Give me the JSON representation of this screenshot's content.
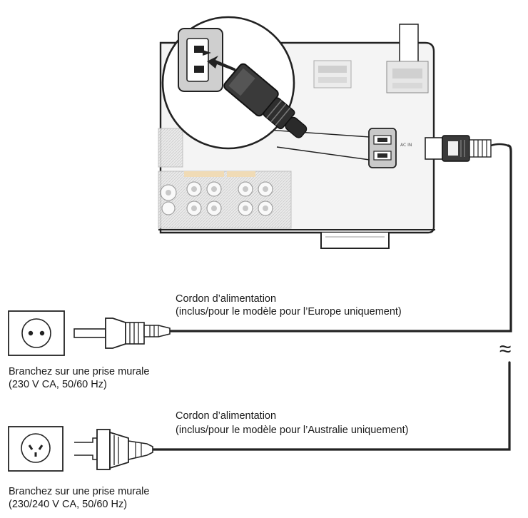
{
  "cord_eu": {
    "title": "Cordon d’alimentation",
    "note": "(inclus/pour le modèle pour l’Europe uniquement)"
  },
  "outlet_eu": {
    "line1": "Branchez sur une prise murale",
    "line2": "(230 V CA, 50/60 Hz)"
  },
  "cord_au": {
    "title": "Cordon d’alimentation",
    "note": "(inclus/pour le modèle pour l’Australie uniquement)"
  },
  "outlet_au": {
    "line1": "Branchez sur une prise murale",
    "line2": "(230/240 V CA, 50/60 Hz)"
  },
  "panel": {
    "ac_in_label": "AC IN"
  },
  "symbols": {
    "break_mark": "≈"
  },
  "colors": {
    "line": "#222222",
    "panel_fill": "#f4f4f4",
    "connector_fill": "#c9c9c9",
    "plug_fill": "#3a3a3a"
  }
}
